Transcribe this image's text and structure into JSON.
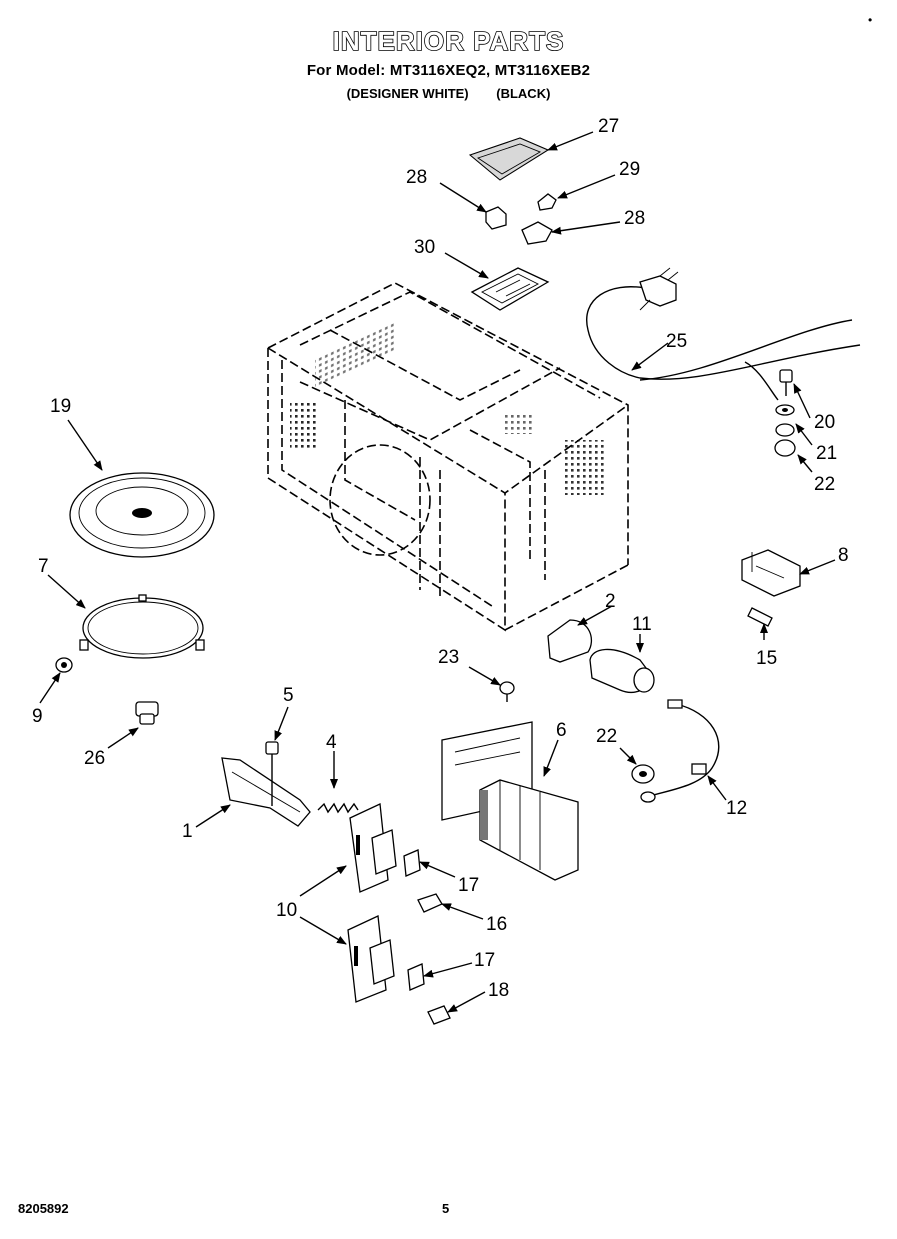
{
  "header": {
    "title": "INTERIOR PARTS",
    "model_line": "For Model: MT3116XEQ2, MT3116XEB2",
    "variant_1": "(DESIGNER WHITE)",
    "variant_2": "(BLACK)"
  },
  "callouts": {
    "c1": "1",
    "c2": "2",
    "c4": "4",
    "c5": "5",
    "c6": "6",
    "c7": "7",
    "c8": "8",
    "c9": "9",
    "c10": "10",
    "c11": "11",
    "c12": "12",
    "c15": "15",
    "c16": "16",
    "c17a": "17",
    "c17b": "17",
    "c18": "18",
    "c19": "19",
    "c20": "20",
    "c21": "21",
    "c22a": "22",
    "c22b": "22",
    "c23": "23",
    "c25": "25",
    "c26": "26",
    "c27": "27",
    "c28a": "28",
    "c28b": "28",
    "c29": "29",
    "c30": "30"
  },
  "footer": {
    "doc_number": "8205892",
    "page_number": "5",
    "corner_mark": "•"
  }
}
